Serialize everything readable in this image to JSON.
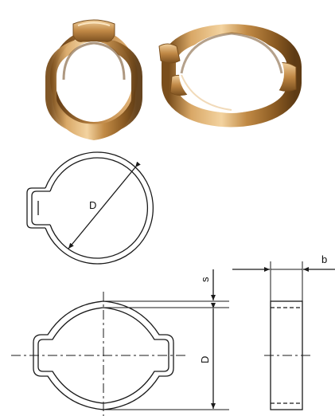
{
  "figure": {
    "photo": {
      "items": [
        "single-ear-hose-clamp",
        "double-ear-hose-clamp"
      ],
      "material_color": "#c6924a"
    },
    "drawing": {
      "line_color": "#1a1a1a",
      "labels": {
        "diameter_top": "D",
        "diameter_front": "D",
        "thickness": "s",
        "width": "b"
      }
    }
  }
}
